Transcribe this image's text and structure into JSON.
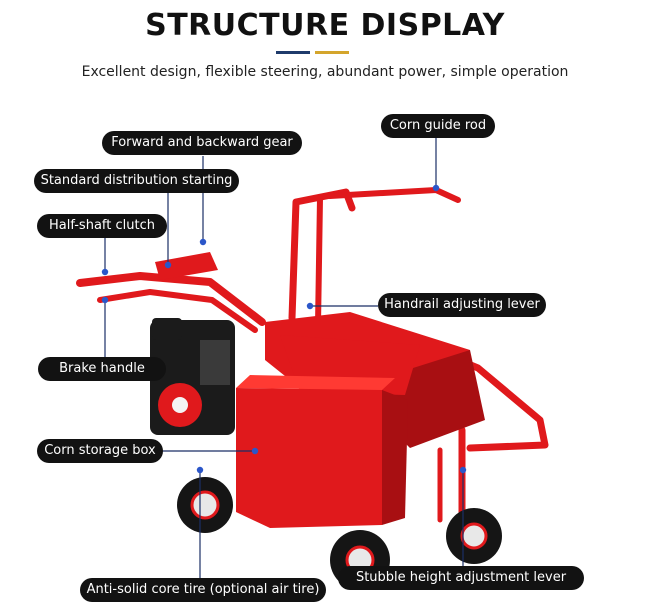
{
  "header": {
    "title": "STRUCTURE DISPLAY",
    "subtitle": "Excellent design, flexible steering, abundant power, simple operation",
    "rule_colors": [
      "#1f3b6b",
      "#d4a52c"
    ]
  },
  "colors": {
    "machine_red": "#e0191c",
    "machine_red_dark": "#a80f12",
    "engine_black": "#1b1b1b",
    "tire_black": "#151515",
    "callout_line": "#1a2e66",
    "callout_dot": "#2b56c9",
    "label_bg": "#121212",
    "label_text": "#ffffff"
  },
  "callouts": [
    {
      "label": "Forward and backward gear"
    },
    {
      "label": "Corn guide rod"
    },
    {
      "label": "Standard distribution starting"
    },
    {
      "label": "Half-shaft clutch"
    },
    {
      "label": "Handrail adjusting lever"
    },
    {
      "label": "Brake handle"
    },
    {
      "label": "Corn storage box"
    },
    {
      "label": "Anti-solid core tire (optional air tire)"
    },
    {
      "label": "Stubble height adjustment lever"
    }
  ]
}
